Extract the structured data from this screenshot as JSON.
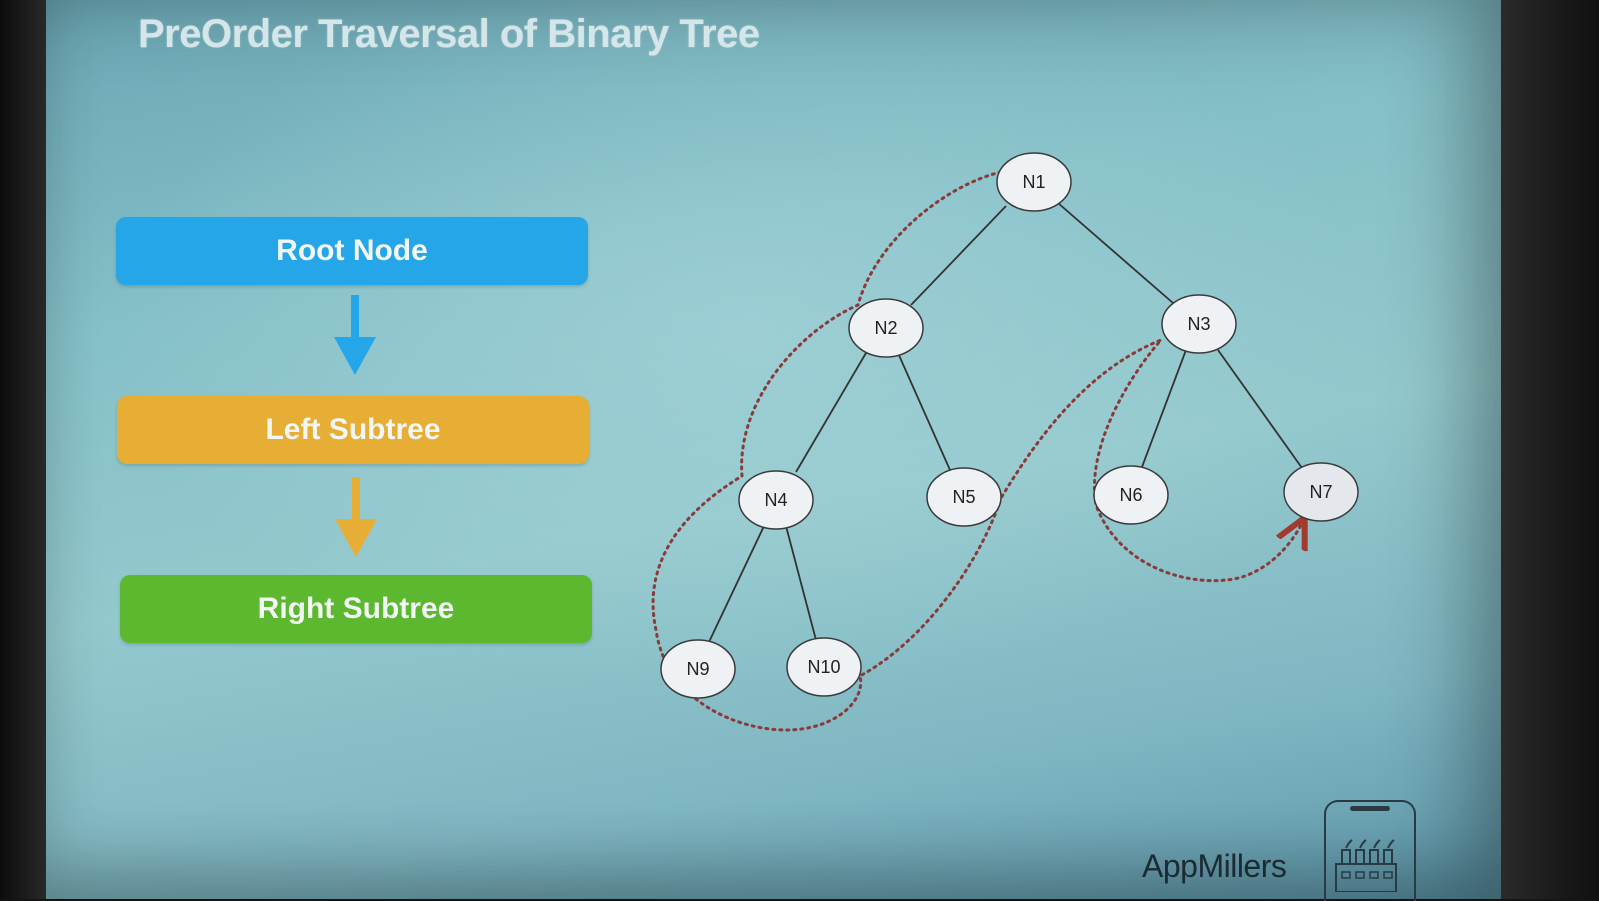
{
  "slide": {
    "title": "PreOrder Traversal of Binary Tree"
  },
  "order_steps": [
    {
      "label": "Root Node",
      "color": "#25a6e8"
    },
    {
      "label": "Left Subtree",
      "color": "#e6ae35"
    },
    {
      "label": "Right Subtree",
      "color": "#5bb82f"
    }
  ],
  "tree": {
    "nodes": [
      "N1",
      "N2",
      "N3",
      "N4",
      "N5",
      "N6",
      "N7",
      "N9",
      "N10"
    ],
    "edges": [
      [
        "N1",
        "N2"
      ],
      [
        "N1",
        "N3"
      ],
      [
        "N2",
        "N4"
      ],
      [
        "N2",
        "N5"
      ],
      [
        "N3",
        "N6"
      ],
      [
        "N3",
        "N7"
      ],
      [
        "N4",
        "N9"
      ],
      [
        "N4",
        "N10"
      ]
    ],
    "traversal_path_color": "#8b3a3a"
  },
  "branding": {
    "name": "AppMillers"
  }
}
